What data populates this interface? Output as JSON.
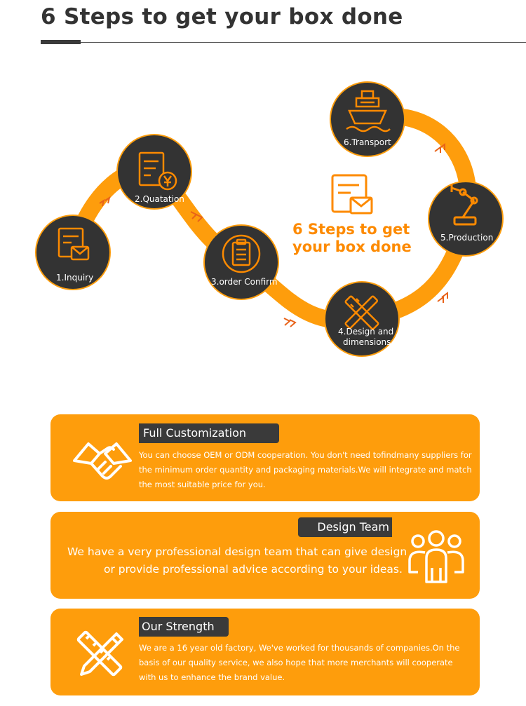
{
  "header": {
    "title": "6 Steps to get your box done"
  },
  "diagram": {
    "center_title_line1": "6 Steps to get",
    "center_title_line2": "your box done",
    "steps": [
      {
        "label": "1.Inquiry",
        "icon": "document-mail-icon"
      },
      {
        "label": "2.Quatation",
        "icon": "document-yen-icon"
      },
      {
        "label": "3.order Confirm",
        "icon": "clipboard-list-icon"
      },
      {
        "label_line1": "4.Design and",
        "label_line2": "dimensions",
        "icon": "ruler-pencil-icon"
      },
      {
        "label": "5.Production",
        "icon": "robot-arm-icon"
      },
      {
        "label": "6.Transport",
        "icon": "ship-icon"
      }
    ],
    "colors": {
      "track": "#fe9d0c",
      "circle": "#333333",
      "accent": "#fd8a00"
    }
  },
  "cards": [
    {
      "title": "Full Customization",
      "icon": "handshake-icon",
      "text": "You can choose OEM or ODM cooperation. You don't need tofindmany suppliers for the minimum order quantity and packaging materials.We will integrate and match the most suitable price for you."
    },
    {
      "title": "Design Team",
      "icon": "team-icon",
      "text_line1": "We have a very professional design team that can give design",
      "text_line2": "or provide professional advice according to your ideas."
    },
    {
      "title": "Our Strength",
      "icon": "ruler-pencil-icon",
      "text": "We are a 16 year old factory, We've worked for thousands of companies.On the basis of our quality service, we also hope that more merchants will cooperate with us to enhance the brand value."
    }
  ]
}
